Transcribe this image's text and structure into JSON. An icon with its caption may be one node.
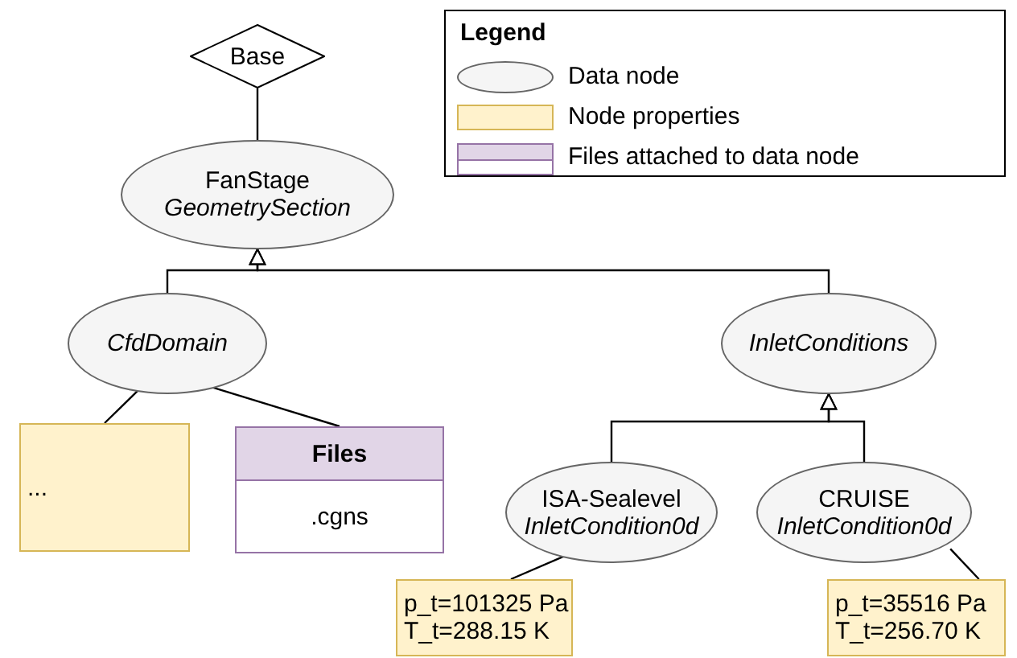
{
  "diagram": {
    "nodes": [
      {
        "text": [
          "Base"
        ]
      },
      {
        "text": [
          "FanStage",
          "GeometrySection"
        ]
      },
      {
        "text": [
          "CfdDomain"
        ]
      },
      {
        "text": [
          "InletConditions"
        ]
      },
      {
        "text": [
          "..."
        ]
      },
      {
        "text": [
          "Files",
          ".cgns"
        ]
      },
      {
        "text": [
          "ISA-Sealevel",
          "InletCondition0d"
        ]
      },
      {
        "text": [
          "CRUISE",
          "InletCondition0d"
        ]
      },
      {
        "text": [
          "p_t=101325 Pa",
          "T_t=288.15 K"
        ]
      },
      {
        "text": [
          "p_t=35516 Pa",
          "T_t=256.70 K"
        ]
      }
    ],
    "edges": [
      {
        "from": 1,
        "to": 0,
        "arrow": "none"
      },
      {
        "from": 2,
        "to": 1,
        "arrow": "to"
      },
      {
        "from": 3,
        "to": 1,
        "arrow": "to"
      },
      {
        "from": 2,
        "to": 4,
        "arrow": "none"
      },
      {
        "from": 2,
        "to": 5,
        "arrow": "none"
      },
      {
        "from": 6,
        "to": 3,
        "arrow": "to"
      },
      {
        "from": 7,
        "to": 3,
        "arrow": "to"
      },
      {
        "from": 6,
        "to": 8,
        "arrow": "none"
      },
      {
        "from": 7,
        "to": 9,
        "arrow": "none"
      }
    ],
    "labels": [
      "Legend"
    ],
    "legend": [
      {
        "text": "Data node"
      },
      {
        "text": "Node properties",
        "color": "#fff2cc"
      },
      {
        "text": "Files attached to data node"
      }
    ]
  }
}
